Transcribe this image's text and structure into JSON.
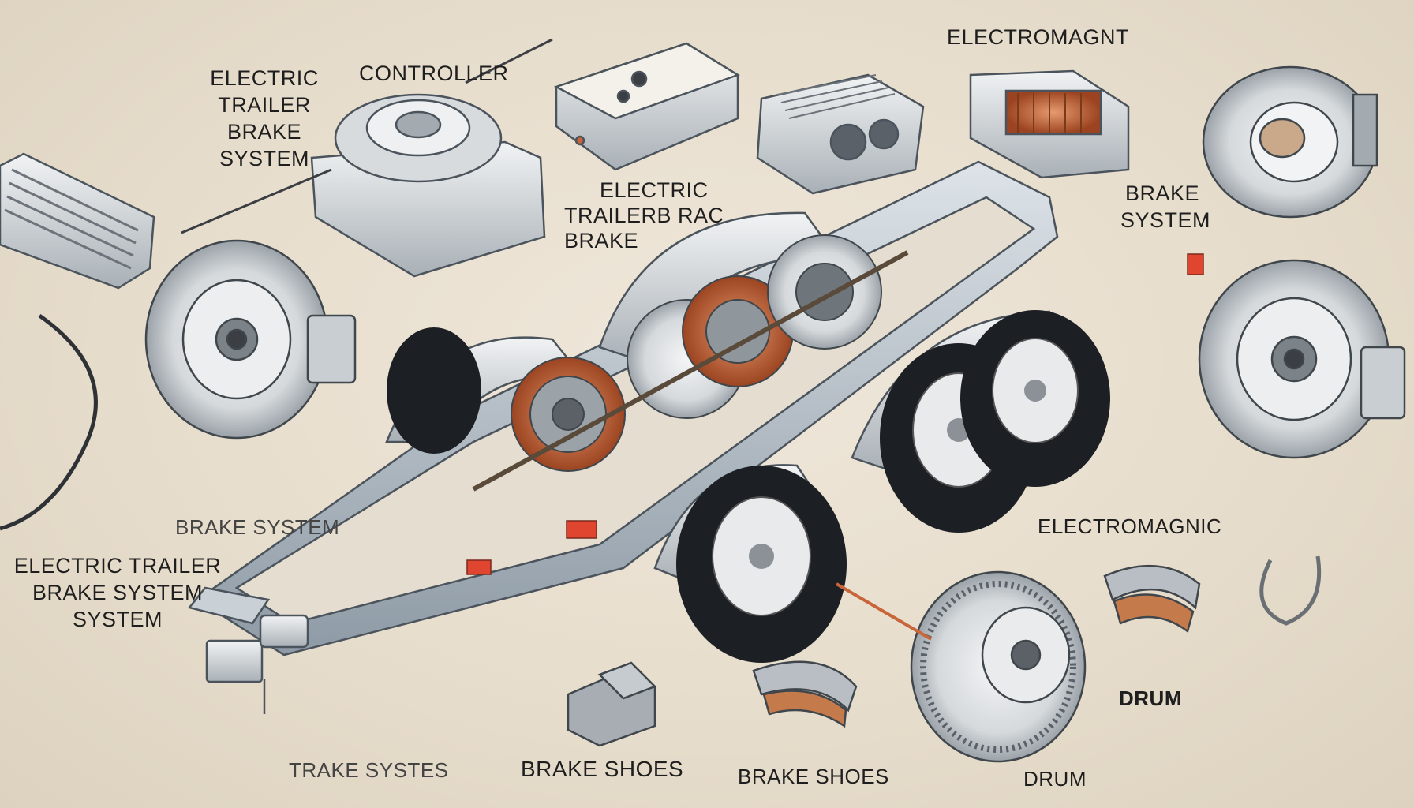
{
  "labels": {
    "system_title": [
      "ELECTRIC",
      "TRAILER",
      "BRAKE",
      "SYSTEM"
    ],
    "controller": "CONTROLLER",
    "electromagnet_top": "ELECTROMAGNT",
    "mid_title": [
      "ELECTRIC",
      "TRAILERB RAC",
      "BRAKE"
    ],
    "brake_system_right": [
      "BRAKE",
      "SYSTEM"
    ],
    "brake_system_left": "BRAKE SYSTEM",
    "electric_trailer_left": [
      "ELECTRIC TRAILER",
      "BRAKE SYSTEM",
      "SYSTEM"
    ],
    "electromagnetic": "ELECTROMAGNIC",
    "drum_right": "DRUM",
    "trake_systes": "TRAKE SYSTES",
    "brake_shoes_1": "BRAKE SHOES",
    "brake_shoes_2": "BRAKE SHOES",
    "drum_bottom": "DRUM"
  },
  "colors": {
    "background": "#e8dfd0",
    "metal": "#d9dde0",
    "metal_dark": "#8a9096",
    "copper": "#c8653a",
    "tire": "#1c1f24",
    "frame": "#b9c3cc",
    "reflector": "#e0452f"
  }
}
